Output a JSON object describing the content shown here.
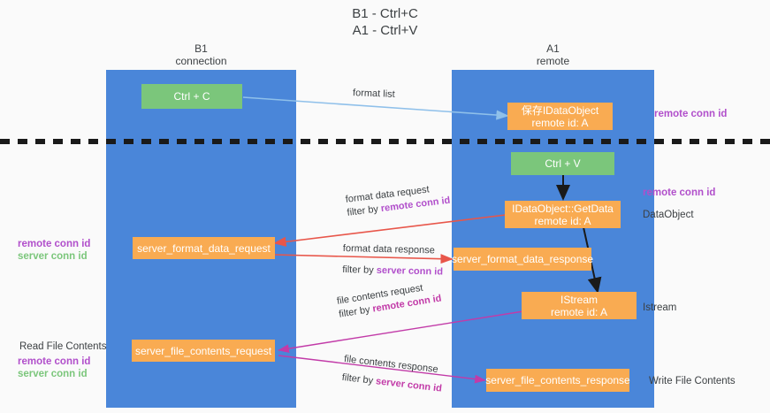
{
  "title": {
    "line1": "B1 - Ctrl+C",
    "line2": "A1 - Ctrl+V"
  },
  "columns": [
    {
      "id": "b1",
      "name": "B1",
      "role": "connection"
    },
    {
      "id": "a1",
      "name": "A1",
      "role": "remote"
    }
  ],
  "boxes": {
    "ctrl_c": {
      "line1": "Ctrl + C",
      "line2": ""
    },
    "idataobject_store": {
      "line1": "保存IDataObject",
      "line2": "remote id: A"
    },
    "ctrl_v": {
      "line1": "Ctrl + V",
      "line2": ""
    },
    "getdata": {
      "line1": "IDataObject::GetData",
      "line2": "remote id: A"
    },
    "server_format_data_request": {
      "line1": "server_format_data_request",
      "line2": ""
    },
    "server_format_data_response": {
      "line1": "server_format_data_response",
      "line2": ""
    },
    "istream": {
      "line1": "IStream",
      "line2": "remote id: A"
    },
    "server_file_contents_request": {
      "line1": "server_file_contents_request",
      "line2": ""
    },
    "server_file_contents_response": {
      "line1": "server_file_contents_response",
      "line2": ""
    }
  },
  "edge_labels": {
    "format_list": "format list",
    "format_data_request": "format data request",
    "format_data_request_filter_prefix": "filter by ",
    "format_data_request_filter_key": "remote conn id",
    "format_data_response": "format data response",
    "format_data_response_filter_prefix": "filter by ",
    "format_data_response_filter_key": "server conn id",
    "file_contents_request": "file contents request",
    "file_contents_request_filter_prefix": "filter by ",
    "file_contents_request_filter_key": "remote conn id",
    "file_contents_response": "file contents response",
    "file_contents_response_filter_prefix": "filter by ",
    "file_contents_response_filter_key": "server conn id"
  },
  "annotations": {
    "right_remote_conn_id_top": "remote conn id",
    "right_remote_conn_id_mid": "remote conn id",
    "right_dataobject": "DataObject",
    "right_istream": "Istream",
    "right_write_file_contents": "Write File Contents",
    "left_remote_conn_id_mid": "remote conn id",
    "left_server_conn_id_mid": "server conn id",
    "left_read_file_contents": "Read File Contents",
    "left_remote_conn_id_bot": "remote conn id",
    "left_server_conn_id_bot": "server conn id"
  },
  "colors": {
    "lane": "#4a86d9",
    "green_box": "#7bc67b",
    "orange_box": "#f9ab52",
    "purple_text": "#b14fcb",
    "green_text": "#7bc67b",
    "red_arrow": "#e8564a",
    "magenta_arrow": "#c23ba8",
    "lightblue_arrow": "#8fc0ea",
    "black_arrow": "#1a1a1a",
    "divider": "#1a1a1a",
    "background": "#fafafa"
  }
}
